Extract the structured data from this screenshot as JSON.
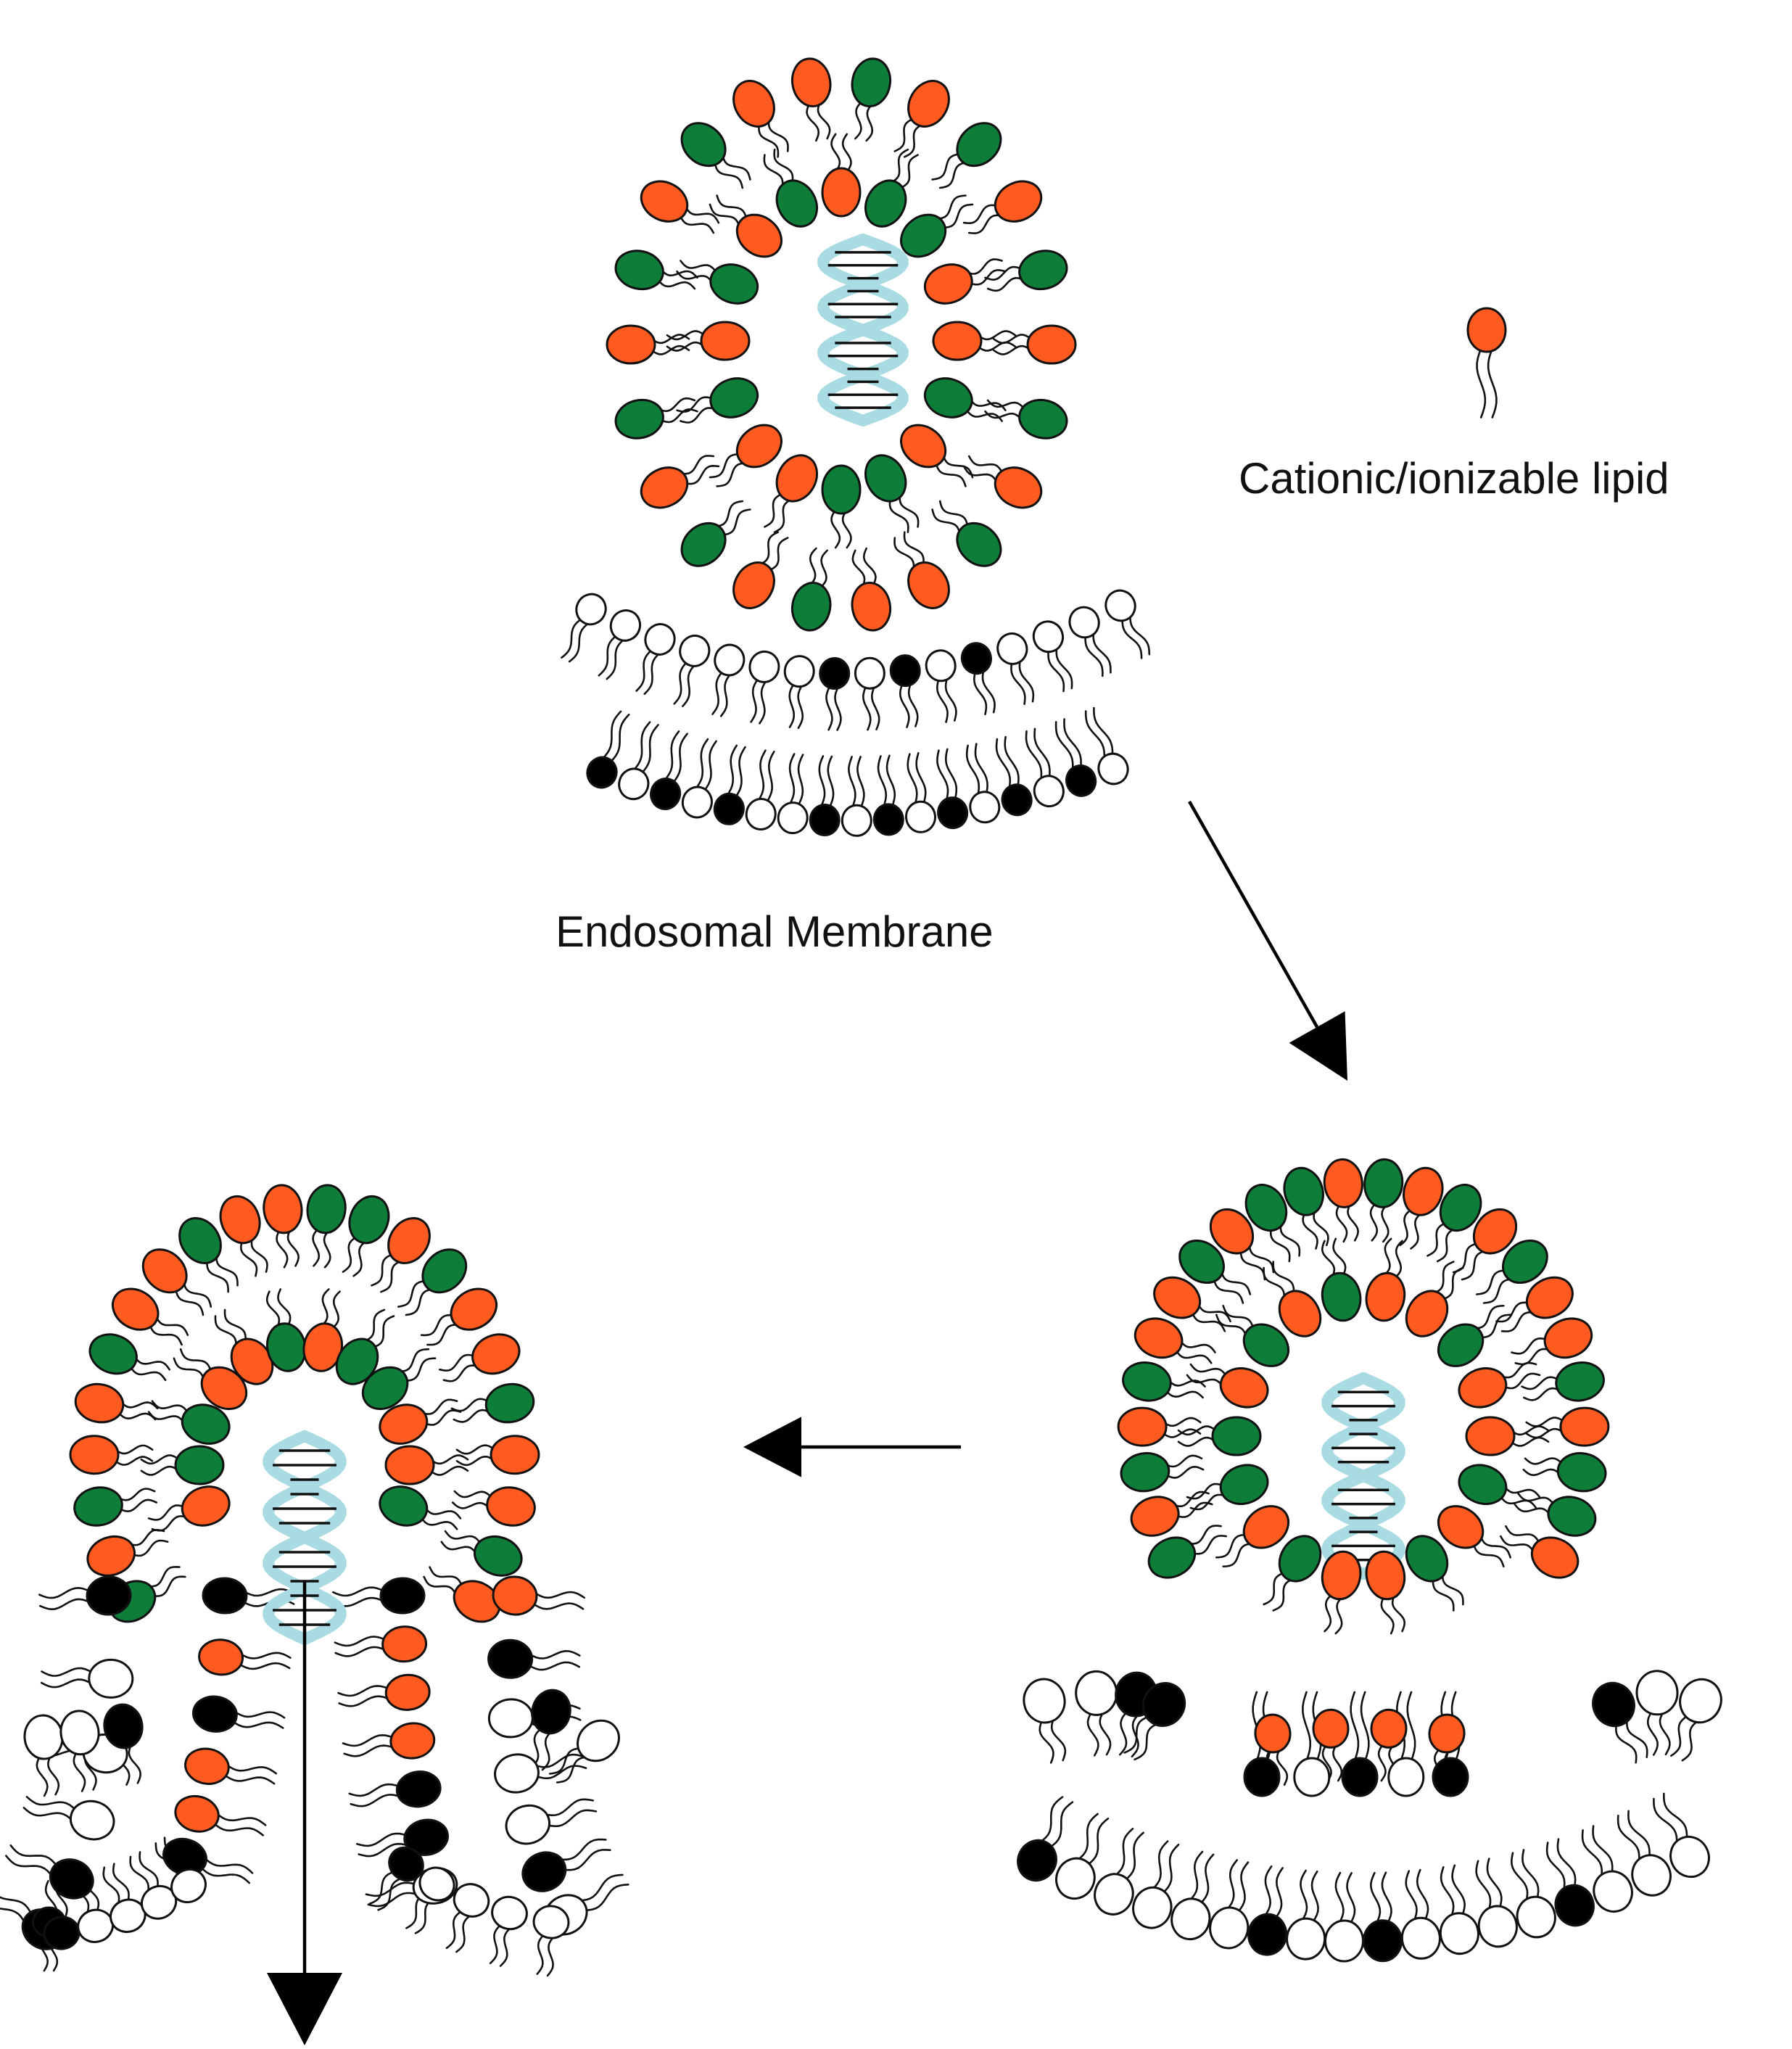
{
  "labels": {
    "legend": "Cationic/ionizable lipid",
    "membrane": "Endosomal Membrane"
  },
  "colors": {
    "cationic_lipid": "#ff5a1f",
    "helper_lipid": "#0f7d3a",
    "anionic_lipid": "#000000",
    "neutral_lipid": "#ffffff",
    "outline": "#111111",
    "dna_backbone": "#a9dbe3",
    "dna_rungs": "#111111",
    "arrow": "#000000"
  },
  "icons": [
    "lipid-head-icon",
    "lipid-tail-icon",
    "dna-helix-icon",
    "arrow-icon"
  ],
  "stages": [
    "lnp-approaching-endosome",
    "lnp-fusing-with-endosome",
    "membrane-disruption-release"
  ]
}
